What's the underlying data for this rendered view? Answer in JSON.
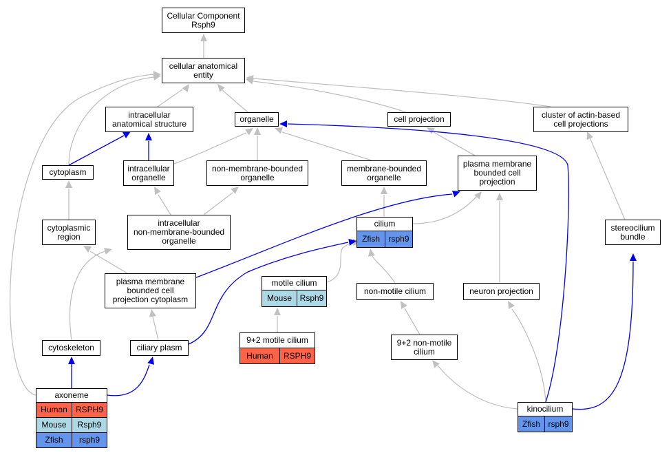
{
  "colors": {
    "grey_edge": "#c0c0c0",
    "blue_edge": "#0000ee",
    "human": "#ff6347",
    "mouse": "#add8e6",
    "zfish": "#6495ed"
  },
  "nodes": {
    "root": "Cellular Component\nRsph9",
    "cae": "cellular anatomical\nentity",
    "ias": "intracellular\nanatomical structure",
    "organelle": "organelle",
    "cellproj": "cell projection",
    "actin": "cluster of actin-based\ncell projections",
    "cytoplasm": "cytoplasm",
    "icorg": "intracellular\norganelle",
    "nmb": "non-membrane-bounded\norganelle",
    "mb": "membrane-bounded\norganelle",
    "pmbcp": "plasma membrane\nbounded cell\nprojection",
    "cytoregion": "cytoplasmic\nregion",
    "icnmb": "intracellular\nnon-membrane-bounded\norganelle",
    "cilium": "cilium",
    "stereo": "stereocilium\nbundle",
    "pmbcpc": "plasma membrane\nbounded cell\nprojection cytoplasm",
    "motile": "motile cilium",
    "nonmotile": "non-motile cilium",
    "neuronproj": "neuron projection",
    "cytoskel": "cytoskeleton",
    "ciliaryplasm": "ciliary plasm",
    "motile92": "9+2 motile cilium",
    "nonmotile92": "9+2 non-motile\ncilium",
    "axoneme": "axoneme",
    "kinocilium": "kinocilium"
  },
  "annotations": {
    "cilium": [
      {
        "species": "Zfish",
        "gene": "rsph9",
        "color": "zfish"
      }
    ],
    "motile": [
      {
        "species": "Mouse",
        "gene": "Rsph9",
        "color": "mouse"
      }
    ],
    "motile92": [
      {
        "species": "Human",
        "gene": "RSPH9",
        "color": "human"
      }
    ],
    "axoneme": [
      {
        "species": "Human",
        "gene": "RSPH9",
        "color": "human"
      },
      {
        "species": "Mouse",
        "gene": "Rsph9",
        "color": "mouse"
      },
      {
        "species": "Zfish",
        "gene": "rsph9",
        "color": "zfish"
      }
    ],
    "kinocilium": [
      {
        "species": "Zfish",
        "gene": "rsph9",
        "color": "zfish"
      }
    ]
  }
}
